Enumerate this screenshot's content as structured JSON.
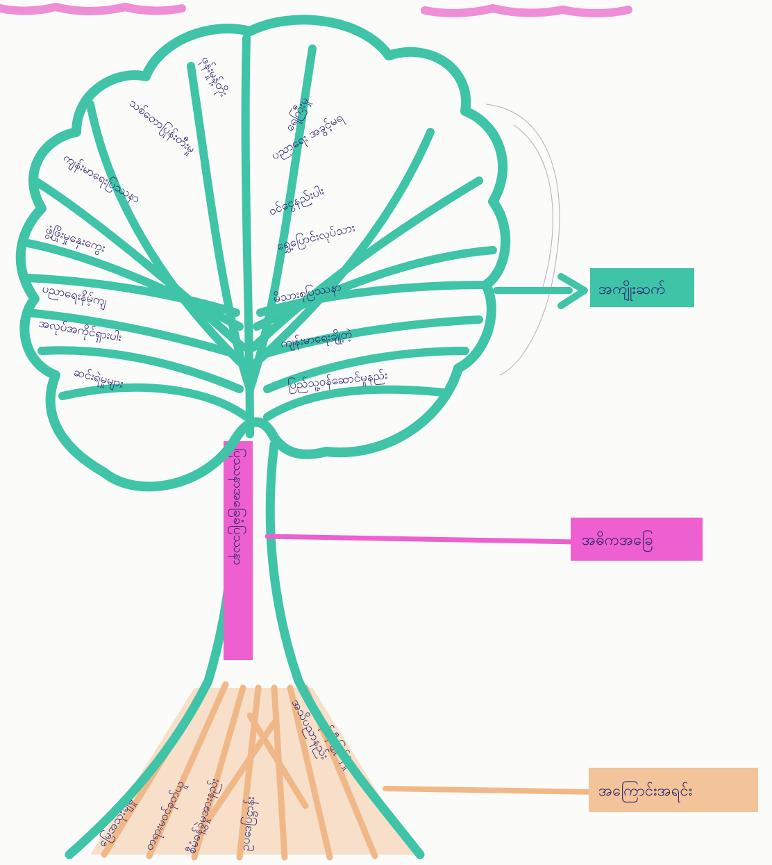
{
  "diagram": {
    "heading_left": "",
    "heading_right": "",
    "legend": {
      "effect_label": "အကျိုးဆက်",
      "problem_label": "အဓိကအခြေ",
      "cause_label": "အကြောင်းအရင်း"
    },
    "trunk_text": "ပြဿနာအခြေခံပြဿနာ",
    "leaves": [
      {
        "text": "ဖုန်းမှုန့်တိုး"
      },
      {
        "text": "ရေကြီးမှု"
      },
      {
        "text": "သစ်တောပြုန်းတီးမှု"
      },
      {
        "text": "ကျန်းမာရေးပြဿနာ"
      },
      {
        "text": "ဖွံ့ဖြိုးမှုနှေးကွေး"
      },
      {
        "text": "ပညာရေးနိမ့်ကျ"
      },
      {
        "text": "အလုပ်အကိုင်ရှားပါး"
      },
      {
        "text": "ဆင်းရဲမှုများ"
      },
      {
        "text": "ပညာရေး အခွင့်မရ"
      },
      {
        "text": "ဝင်ငွေနည်းပါး"
      },
      {
        "text": "ရွှေ့ပြောင်းလုပ်သား"
      },
      {
        "text": "မိသားစုပြဿနာ"
      },
      {
        "text": "ကျန်းမာရေးချို့တဲ့"
      },
      {
        "text": "ပြည်သူ့ဝန်ဆောင်မှုနည်း"
      }
    ],
    "roots": [
      {
        "text": "မြေအသုံးချမှု"
      },
      {
        "text": "တရားမဝင်ခုတ်ယူ"
      },
      {
        "text": "စီမံခန့်ခွဲမှုအားနည်း"
      },
      {
        "text": "ဥပဒေပြဋ္ဌာန်း"
      },
      {
        "text": "အသိပညာနည်း"
      },
      {
        "text": "ရင်းနှီးမြှုပ်နှံမှု"
      }
    ],
    "colors": {
      "canopy": "#3fc4a8",
      "trunk_label": "#ee5fcf",
      "roots": "#f3c39a",
      "text": "#2a2470",
      "paper": "#fbfbf9"
    }
  }
}
